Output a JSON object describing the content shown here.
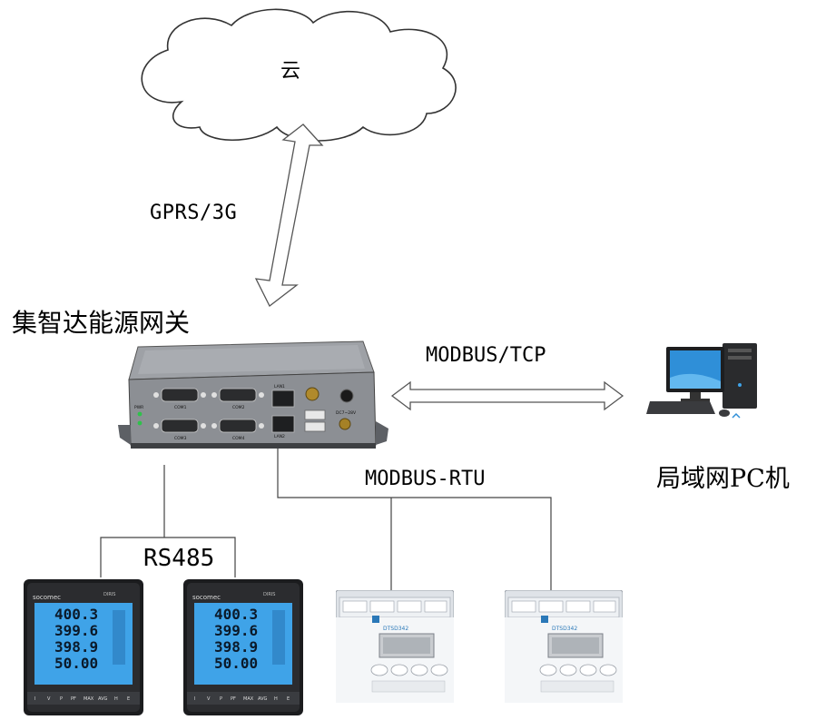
{
  "cloud": {
    "label": "云"
  },
  "uplink": {
    "label": "GPRS/3G"
  },
  "gateway": {
    "title": "集智达能源网关",
    "ports": [
      "COM1",
      "COM2",
      "COM3",
      "COM4",
      "LAN1",
      "LAN2",
      "DC7~28V",
      "PWR"
    ]
  },
  "lan_link": {
    "label": "MODBUS/TCP"
  },
  "pc": {
    "label": "局域网PC机"
  },
  "rtu_bus": {
    "label": "MODBUS-RTU"
  },
  "rs485_bus": {
    "label": "RS485"
  },
  "meters": [
    {
      "brand": "socomec",
      "model": "DIRIS",
      "readings": [
        "400.3",
        "399.6",
        "398.9",
        "50.00"
      ],
      "footer": [
        "I",
        "V",
        "P",
        "PF",
        "MAX",
        "AVG",
        "H",
        "E"
      ]
    },
    {
      "brand": "socomec",
      "model": "DIRIS",
      "readings": [
        "400.3",
        "399.6",
        "398.9",
        "50.00"
      ],
      "footer": [
        "I",
        "V",
        "P",
        "PF",
        "MAX",
        "AVG",
        "H",
        "E"
      ]
    }
  ],
  "din_meters": [
    {
      "model": "DTSD342"
    },
    {
      "model": "DTSD342"
    }
  ],
  "colors": {
    "screen_blue": "#3fa3e8",
    "gateway_gray": "#8c8f94",
    "arrow_outline": "#555555"
  }
}
